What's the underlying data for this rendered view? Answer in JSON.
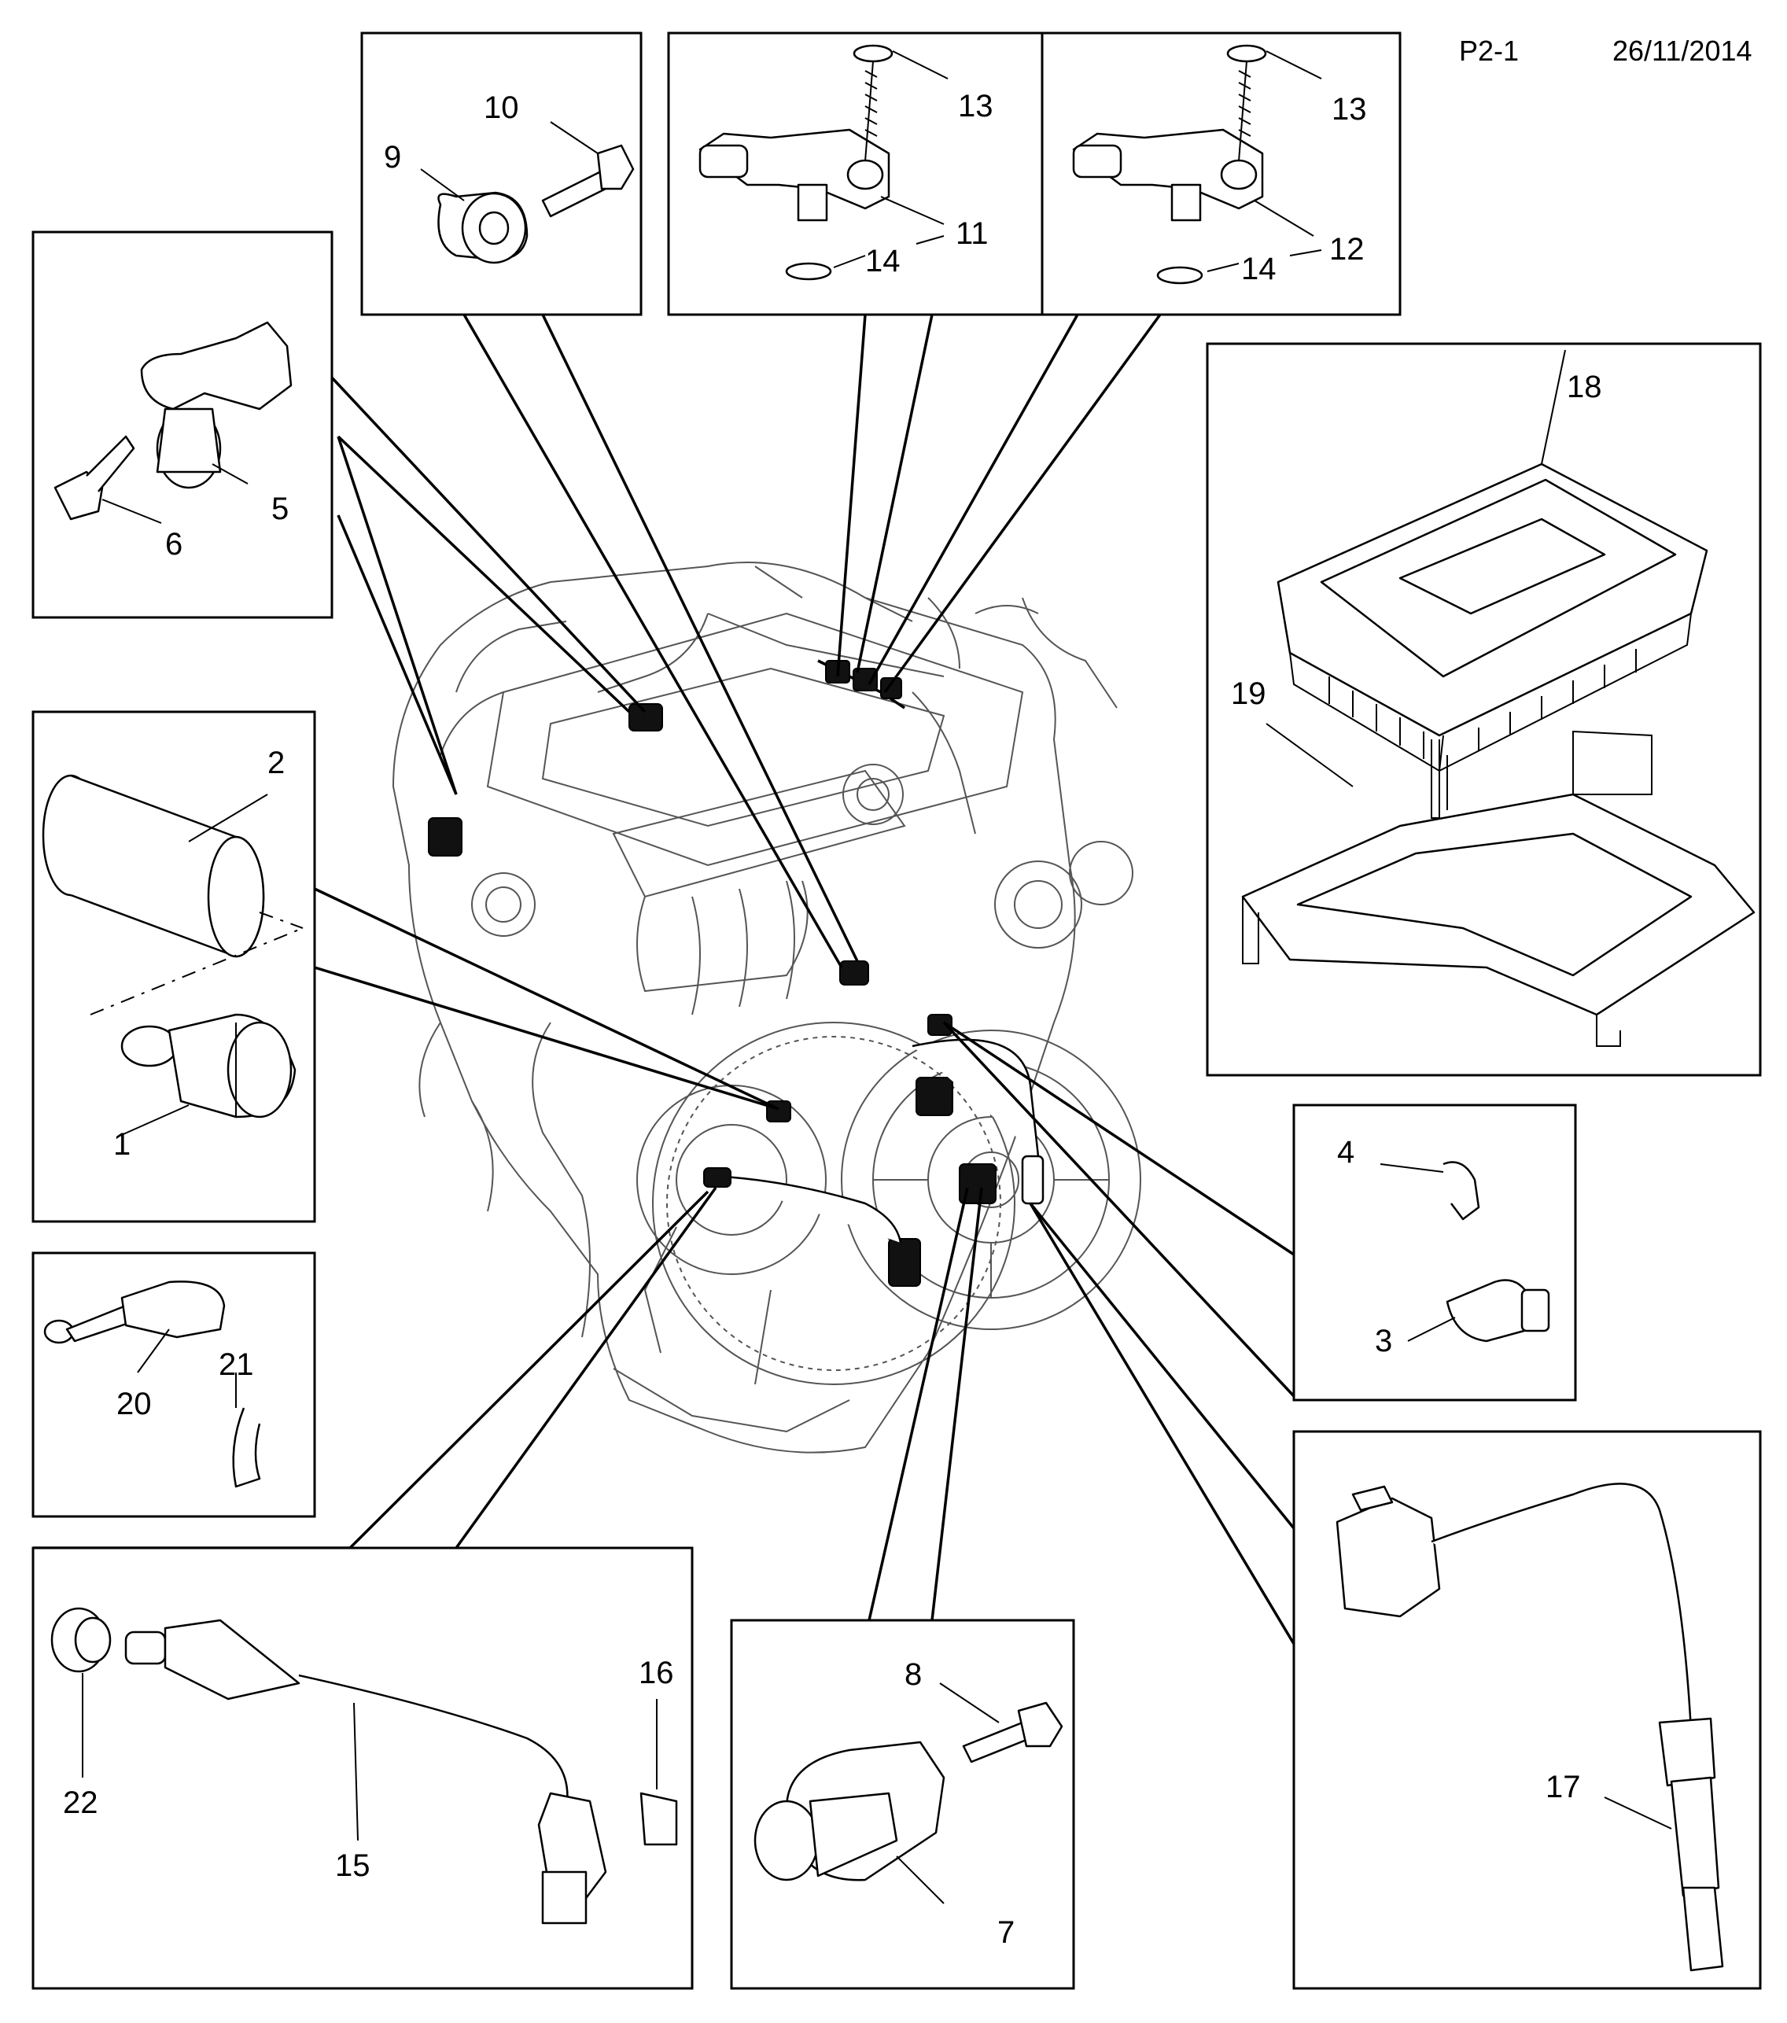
{
  "header": {
    "page_code": "P2-1",
    "date": "26/11/2014"
  },
  "labels": {
    "l1": "1",
    "l2": "2",
    "l3": "3",
    "l4": "4",
    "l5": "5",
    "l6": "6",
    "l7": "7",
    "l8": "8",
    "l9": "9",
    "l10": "10",
    "l11": "11",
    "l12": "12",
    "l13a": "13",
    "l13b": "13",
    "l14a": "14",
    "l14b": "14",
    "l15": "15",
    "l16": "16",
    "l17": "17",
    "l18": "18",
    "l19": "19",
    "l20": "20",
    "l21": "21",
    "l22": "22"
  }
}
